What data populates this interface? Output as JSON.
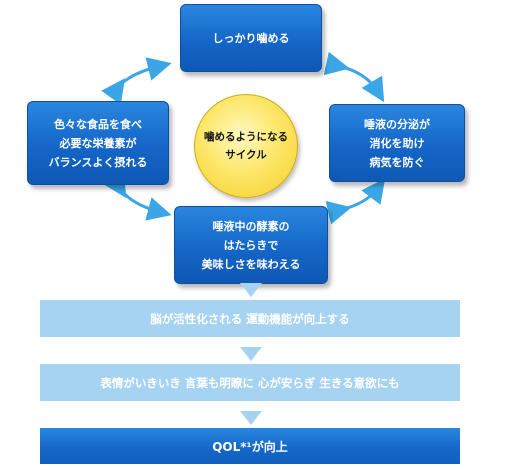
{
  "cycle": {
    "top": "しっかり噛める",
    "left": "色々な食品を食べ\n必要な栄養素が\nバランスよく摂れる",
    "right": "唾液の分泌が\n消化を助け\n病気を防ぐ",
    "bottom": "唾液中の酵素の\nはたらきで\n美味しさを味わえる",
    "center": "噛めるようになる\nサイクル"
  },
  "results": {
    "band1": "脳が活性化される  運動機能が向上する",
    "band2": "表情がいきいき  言葉も明瞭に  心が安らぎ  生きる意欲にも",
    "band3": "QOL*¹が向上"
  },
  "colors": {
    "box_blue": "#1466c8",
    "circle_yellow": "#fde76a",
    "light_band": "#a7d3f3",
    "arrow_cyan": "#3aa6e6"
  }
}
